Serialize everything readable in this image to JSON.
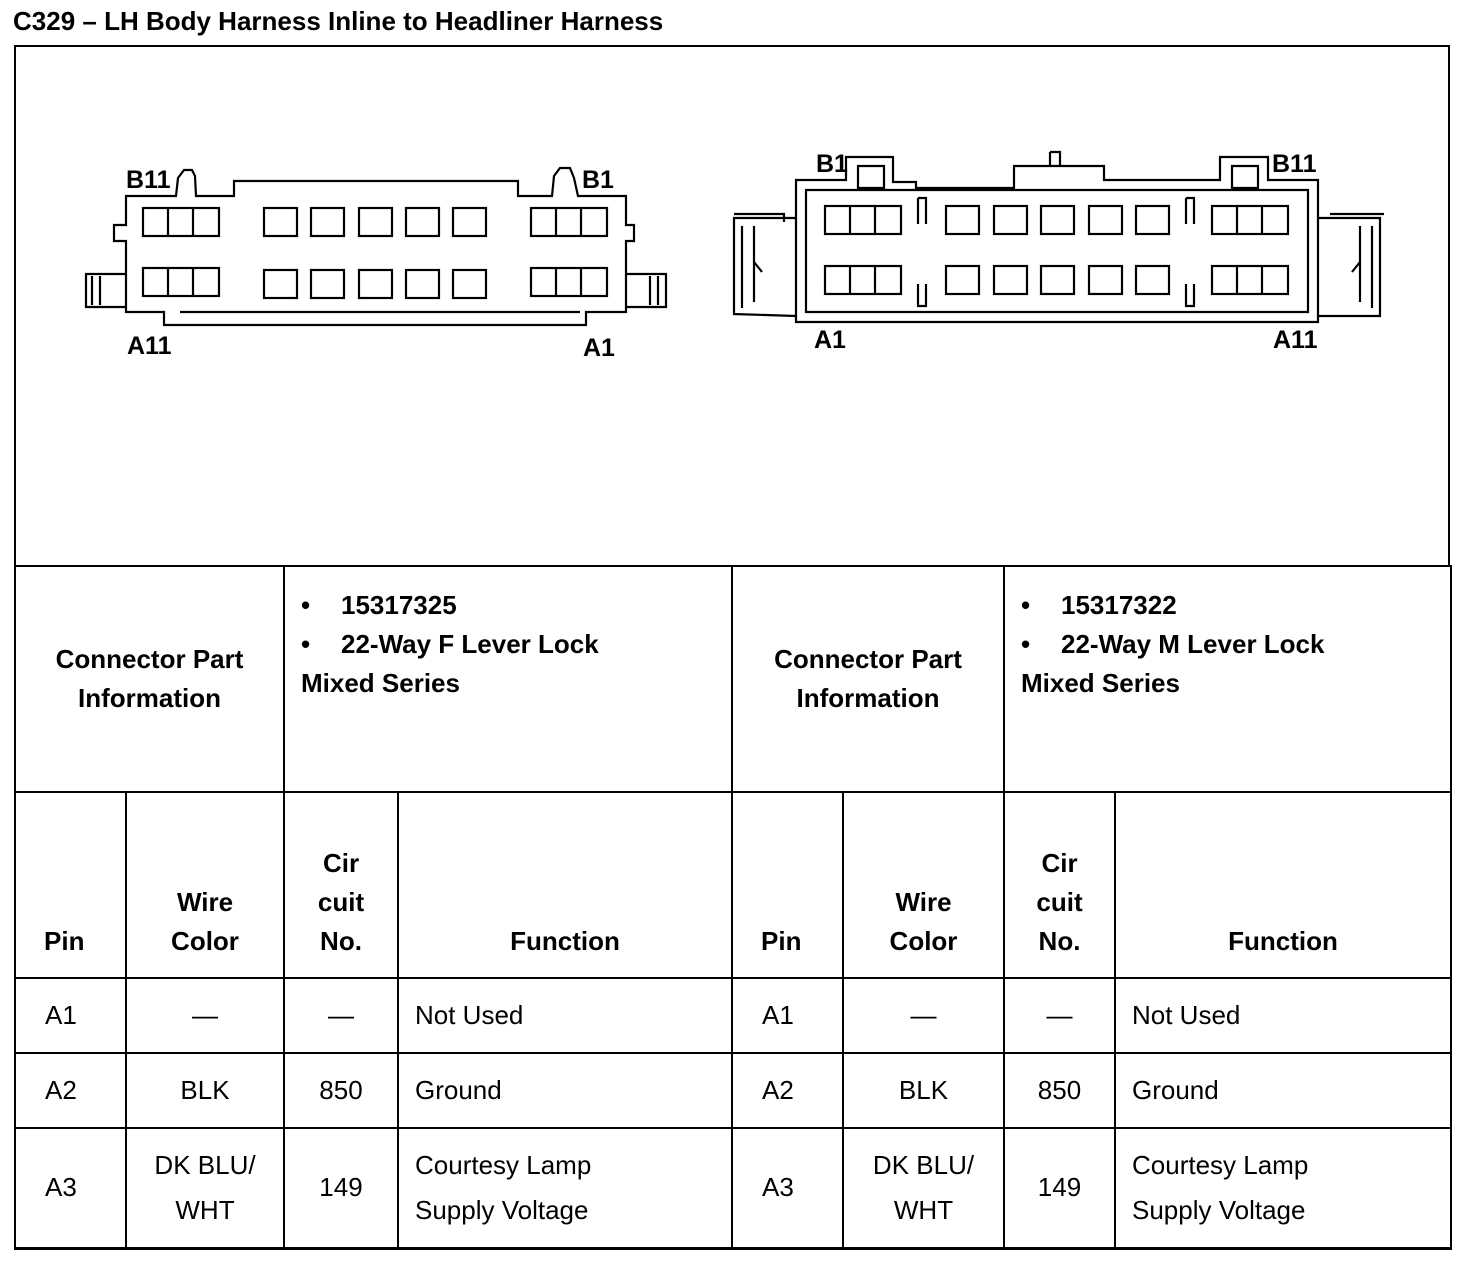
{
  "title": "C329 – LH Body Harness Inline to Headliner Harness",
  "diagram": {
    "left_connector": {
      "labels": [
        "B11",
        "B1",
        "A11",
        "A1"
      ]
    },
    "right_connector": {
      "labels": [
        "B1",
        "B11",
        "A1",
        "A11"
      ]
    }
  },
  "connector_info": [
    {
      "heading_line1": "Connector Part",
      "heading_line2": "Information",
      "bullet": "•",
      "part_number": "15317325",
      "description": "22-Way F Lever Lock",
      "series": "Mixed Series"
    },
    {
      "heading_line1": "Connector Part",
      "heading_line2": "Information",
      "bullet": "•",
      "part_number": "15317322",
      "description": "22-Way M Lever Lock",
      "series": "Mixed Series"
    }
  ],
  "headers": {
    "pin": "Pin",
    "wire_color_1": "Wire",
    "wire_color_2": "Color",
    "circuit_1": "Cir",
    "circuit_2": "cuit",
    "circuit_3": "No.",
    "function": "Function"
  },
  "rows": [
    {
      "pin": "A1",
      "wire": "—",
      "wire2": "",
      "circuit": "—",
      "function": "Not Used",
      "function2": ""
    },
    {
      "pin": "A2",
      "wire": "BLK",
      "wire2": "",
      "circuit": "850",
      "function": "Ground",
      "function2": ""
    },
    {
      "pin": "A3",
      "wire": "DK BLU/",
      "wire2": "WHT",
      "circuit": "149",
      "function": "Courtesy Lamp",
      "function2": "Supply Voltage"
    }
  ]
}
